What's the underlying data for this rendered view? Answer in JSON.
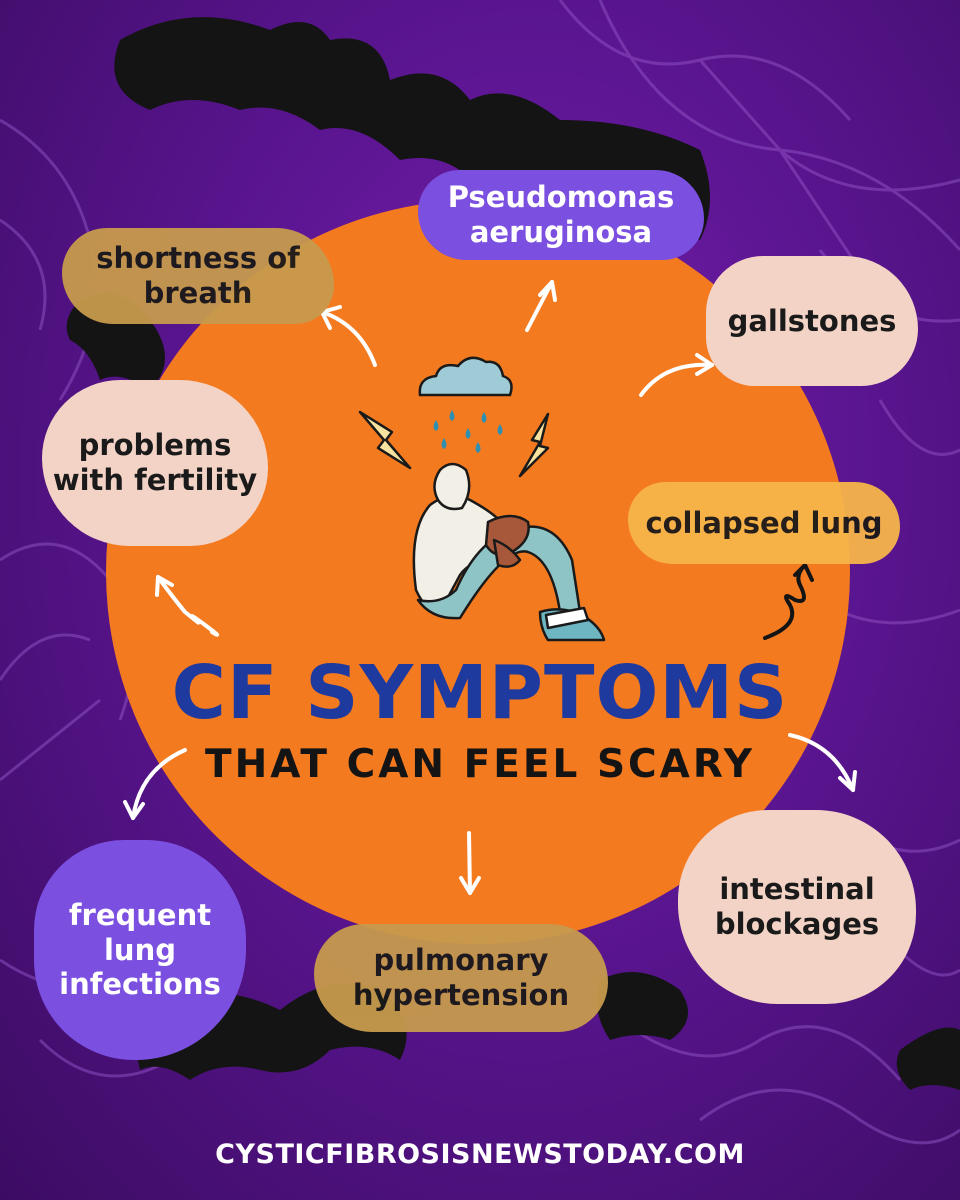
{
  "colors": {
    "background": "#5a1590",
    "circle": "#f47a20",
    "headline": "#1f3a9e",
    "peach_bubble": "#f3d3c6",
    "gold_bubble": "#c79a4d",
    "yellow_bubble": "#f7b54a",
    "violet_bubble": "#7b4fe0"
  },
  "headline": "CF SYMPTOMS",
  "subheadline": "THAT CAN FEEL SCARY",
  "symptoms": {
    "shortness_of_breath": [
      "shortness of",
      "breath"
    ],
    "pseudomonas": [
      "Pseudomonas",
      "aeruginosa"
    ],
    "gallstones": [
      "gallstones"
    ],
    "fertility": [
      "problems",
      "with fertility"
    ],
    "collapsed_lung": [
      "collapsed lung"
    ],
    "lung_infections": [
      "frequent",
      "lung",
      "infections"
    ],
    "pulmonary_hypertension": [
      "pulmonary",
      "hypertension"
    ],
    "intestinal_blockages": [
      "intestinal",
      "blockages"
    ]
  },
  "footer": "CYSTICFIBROSISNEWSTODAY.COM",
  "illustration": {
    "icons": [
      "rain-cloud-icon",
      "lightning-bolt-icon",
      "sitting-person-icon"
    ]
  }
}
